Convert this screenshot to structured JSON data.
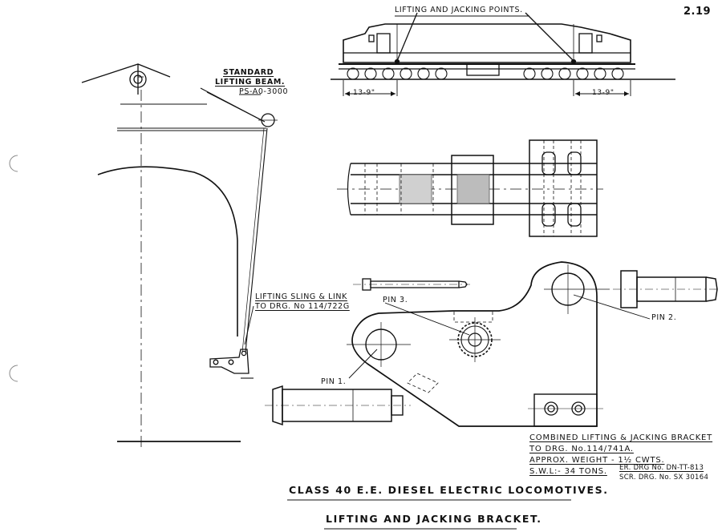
{
  "sheet": {
    "page_number": "2.19",
    "header_label": "LIFTING AND JACKING POINTS.",
    "dim_left": "13-9\"",
    "dim_right": "13-9\"",
    "beam_title_1": "STANDARD",
    "beam_title_2": "LIFTING BEAM.",
    "beam_ref": "PS-A0-3000",
    "sling_1": "LIFTING SLING & LINK",
    "sling_2": "TO DRG. No 114/722G",
    "pin1": "PIN 1.",
    "pin2": "PIN 2.",
    "pin3": "PIN 3.",
    "notes": {
      "line1": "COMBINED LIFTING & JACKING BRACKET",
      "line2": "TO DRG. No.114/741A.",
      "line3": "APPROX. WEIGHT - 1½ CWTS.",
      "line4": "S.W.L:- 34 TONS.",
      "er_ref": "ER. DRG No. DN-TT-813",
      "scr_ref": "SCR. DRG. No. SX 30164"
    },
    "title_1": "CLASS 40 E.E. DIESEL ELECTRIC LOCOMOTIVES.",
    "title_2": "LIFTING AND JACKING BRACKET."
  },
  "colors": {
    "ink": "#111111",
    "paper": "#ffffff",
    "hole": "#c8c8c8"
  }
}
